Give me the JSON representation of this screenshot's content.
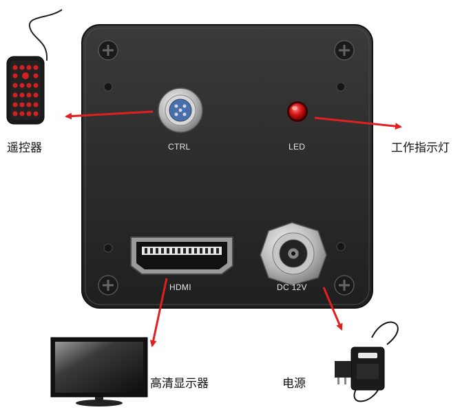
{
  "panel": {
    "ports": {
      "ctrl": "CTRL",
      "led": "LED",
      "hdmi": "HDMI",
      "dc": "DC 12V"
    }
  },
  "callouts": {
    "remote": "遥控器",
    "indicator": "工作指示灯",
    "monitor": "高清显示器",
    "power": "电源"
  },
  "colors": {
    "panel": "#2b2b2b",
    "arrow": "#e02020",
    "led": "#cc1010"
  }
}
